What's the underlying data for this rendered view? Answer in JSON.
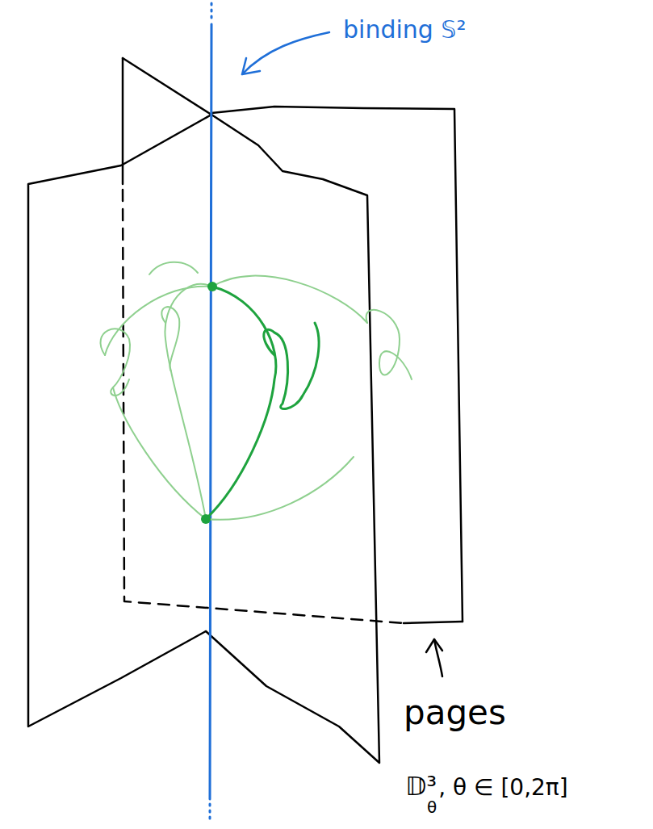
{
  "diagram": {
    "labels": [
      "binding 𝕊²",
      "pages",
      "𝔻³",
      "θ",
      ", θ ∈ [0,2π]"
    ]
  }
}
